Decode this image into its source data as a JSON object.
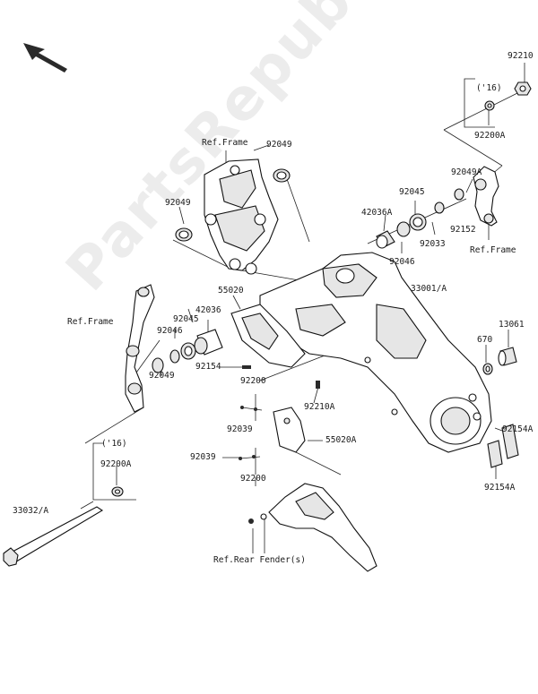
{
  "watermark": "PartsRepublik",
  "direction_arrow": "arrow-icon",
  "labels": [
    {
      "id": "92210",
      "text": "92210"
    },
    {
      "id": "yr16_a",
      "text": "('16)"
    },
    {
      "id": "92200A_a",
      "text": "92200A"
    },
    {
      "id": "ref_frame_top",
      "text": "Ref.Frame"
    },
    {
      "id": "92049_top",
      "text": "92049"
    },
    {
      "id": "92049_left",
      "text": "92049"
    },
    {
      "id": "92049A",
      "text": "92049A"
    },
    {
      "id": "92045_r",
      "text": "92045"
    },
    {
      "id": "42036A",
      "text": "42036A"
    },
    {
      "id": "92152",
      "text": "92152"
    },
    {
      "id": "ref_frame_right",
      "text": "Ref.Frame"
    },
    {
      "id": "92033",
      "text": "92033"
    },
    {
      "id": "92046_r",
      "text": "92046"
    },
    {
      "id": "33001A",
      "text": "33001/A"
    },
    {
      "id": "55020",
      "text": "55020"
    },
    {
      "id": "ref_frame_left",
      "text": "Ref.Frame"
    },
    {
      "id": "92045_l",
      "text": "92045"
    },
    {
      "id": "42036",
      "text": "42036"
    },
    {
      "id": "92046_l",
      "text": "92046"
    },
    {
      "id": "13061",
      "text": "13061"
    },
    {
      "id": "670",
      "text": "670"
    },
    {
      "id": "92154",
      "text": "92154"
    },
    {
      "id": "92049_low",
      "text": "92049"
    },
    {
      "id": "92200_a",
      "text": "92200"
    },
    {
      "id": "92210A",
      "text": "92210A"
    },
    {
      "id": "92039_a",
      "text": "92039"
    },
    {
      "id": "55020A",
      "text": "55020A"
    },
    {
      "id": "92154A_a",
      "text": "92154A"
    },
    {
      "id": "yr16_b",
      "text": "('16)"
    },
    {
      "id": "92200A_b",
      "text": "92200A"
    },
    {
      "id": "92039_b",
      "text": "92039"
    },
    {
      "id": "92200_b",
      "text": "92200"
    },
    {
      "id": "92154A_b",
      "text": "92154A"
    },
    {
      "id": "33032A",
      "text": "33032/A"
    },
    {
      "id": "ref_rear_fender",
      "text": "Ref.Rear Fender(s)"
    }
  ]
}
